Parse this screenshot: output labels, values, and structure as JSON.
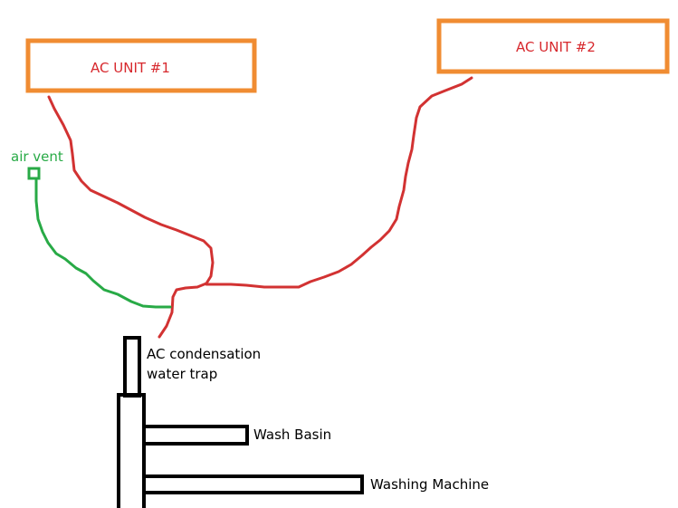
{
  "labels": {
    "ac_unit_1": "AC UNIT #1",
    "ac_unit_2": "AC UNIT #2",
    "air_vent": "air vent",
    "trap_line1": "AC condensation",
    "trap_line2": "water trap",
    "wash_basin": "Wash Basin",
    "washing_machine": "Washing Machine"
  },
  "colors": {
    "unit_border": "#F08C32",
    "unit_text": "#D7282D",
    "drain_pipe": "#D23232",
    "vent_pipe": "#28AA46",
    "vent_text": "#28AA46",
    "plumbing": "#000000",
    "label_text": "#000000"
  }
}
